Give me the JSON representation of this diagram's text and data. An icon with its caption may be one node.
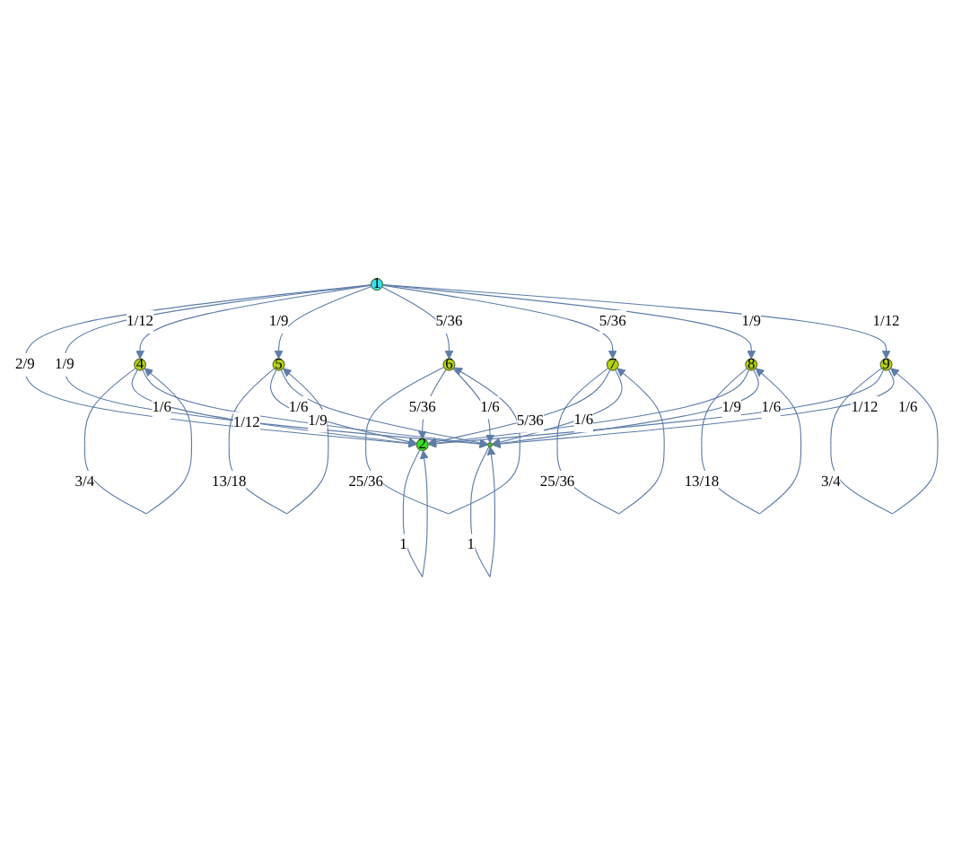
{
  "diagram": {
    "nodes": [
      {
        "text": [
          "1"
        ]
      },
      {
        "text": [
          "2"
        ]
      },
      {
        "text": [],
        "shape": "circle"
      },
      {
        "text": [
          "4"
        ]
      },
      {
        "text": [
          "5"
        ]
      },
      {
        "text": [
          "6"
        ]
      },
      {
        "text": [
          "7"
        ]
      },
      {
        "text": [
          "8"
        ]
      },
      {
        "text": [
          "9"
        ]
      }
    ],
    "edges": [
      {
        "from": 0,
        "to": 1,
        "arrow": "to",
        "label": "2/9"
      },
      {
        "from": 0,
        "to": 2,
        "arrow": "to",
        "label": "1/9"
      },
      {
        "from": 0,
        "to": 3,
        "arrow": "to",
        "label": "1/12"
      },
      {
        "from": 0,
        "to": 4,
        "arrow": "to",
        "label": "1/9"
      },
      {
        "from": 0,
        "to": 5,
        "arrow": "to",
        "label": "5/36"
      },
      {
        "from": 0,
        "to": 6,
        "arrow": "to",
        "label": "5/36"
      },
      {
        "from": 0,
        "to": 7,
        "arrow": "to",
        "label": "1/9"
      },
      {
        "from": 0,
        "to": 8,
        "arrow": "to",
        "label": "1/12"
      },
      {
        "from": 1,
        "to": 1,
        "arrow": "to",
        "label": "1"
      },
      {
        "from": 2,
        "to": 2,
        "arrow": "to",
        "label": "1"
      },
      {
        "from": 3,
        "to": 3,
        "arrow": "to",
        "label": "3/4"
      },
      {
        "from": 3,
        "to": 1,
        "arrow": "to",
        "label": "1/12"
      },
      {
        "from": 3,
        "to": 2,
        "arrow": "to",
        "label": "1/6"
      },
      {
        "from": 4,
        "to": 4,
        "arrow": "to",
        "label": "13/18"
      },
      {
        "from": 4,
        "to": 1,
        "arrow": "to",
        "label": "1/9"
      },
      {
        "from": 4,
        "to": 2,
        "arrow": "to",
        "label": "1/6"
      },
      {
        "from": 5,
        "to": 5,
        "arrow": "to",
        "label": "25/36"
      },
      {
        "from": 5,
        "to": 1,
        "arrow": "to",
        "label": "5/36"
      },
      {
        "from": 5,
        "to": 2,
        "arrow": "to",
        "label": "1/6"
      },
      {
        "from": 6,
        "to": 6,
        "arrow": "to",
        "label": "25/36"
      },
      {
        "from": 6,
        "to": 1,
        "arrow": "to",
        "label": "5/36"
      },
      {
        "from": 6,
        "to": 2,
        "arrow": "to",
        "label": "1/6"
      },
      {
        "from": 7,
        "to": 7,
        "arrow": "to",
        "label": "13/18"
      },
      {
        "from": 7,
        "to": 1,
        "arrow": "to",
        "label": "1/9"
      },
      {
        "from": 7,
        "to": 2,
        "arrow": "to",
        "label": "1/6"
      },
      {
        "from": 8,
        "to": 8,
        "arrow": "to",
        "label": "3/4"
      },
      {
        "from": 8,
        "to": 1,
        "arrow": "to",
        "label": "1/12"
      },
      {
        "from": 8,
        "to": 2,
        "arrow": "to",
        "label": "1/6"
      }
    ]
  }
}
